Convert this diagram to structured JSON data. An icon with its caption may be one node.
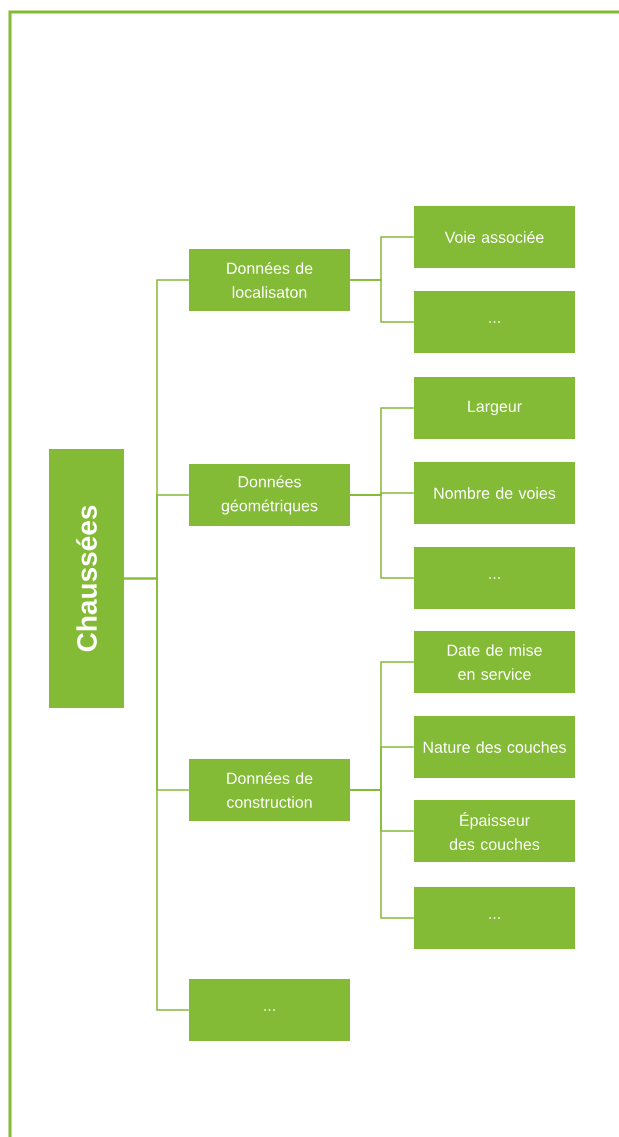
{
  "diagram": {
    "nodes": [
      {
        "text": [
          "Chaussées"
        ]
      },
      {
        "text": [
          "Données de localisaton"
        ]
      },
      {
        "text": [
          "Voie associée"
        ]
      },
      {
        "text": [
          "..."
        ]
      },
      {
        "text": [
          "Données géométriques"
        ]
      },
      {
        "text": [
          "Largeur"
        ]
      },
      {
        "text": [
          "Nombre de voies"
        ]
      },
      {
        "text": [
          "..."
        ]
      },
      {
        "text": [
          "Données de construction"
        ]
      },
      {
        "text": [
          "Date de mise en service"
        ]
      },
      {
        "text": [
          "Nature des couches"
        ]
      },
      {
        "text": [
          "Épaisseur des couches"
        ]
      },
      {
        "text": [
          "..."
        ]
      },
      {
        "text": [
          "..."
        ]
      }
    ],
    "edges": [
      {
        "from": 0,
        "to": 1,
        "arrow": "none"
      },
      {
        "from": 0,
        "to": 4,
        "arrow": "none"
      },
      {
        "from": 0,
        "to": 8,
        "arrow": "none"
      },
      {
        "from": 0,
        "to": 13,
        "arrow": "none"
      },
      {
        "from": 1,
        "to": 2,
        "arrow": "none"
      },
      {
        "from": 1,
        "to": 3,
        "arrow": "none"
      },
      {
        "from": 4,
        "to": 5,
        "arrow": "none"
      },
      {
        "from": 4,
        "to": 6,
        "arrow": "none"
      },
      {
        "from": 4,
        "to": 7,
        "arrow": "none"
      },
      {
        "from": 8,
        "to": 9,
        "arrow": "none"
      },
      {
        "from": 8,
        "to": 10,
        "arrow": "none"
      },
      {
        "from": 8,
        "to": 11,
        "arrow": "none"
      },
      {
        "from": 8,
        "to": 12,
        "arrow": "none"
      }
    ]
  }
}
